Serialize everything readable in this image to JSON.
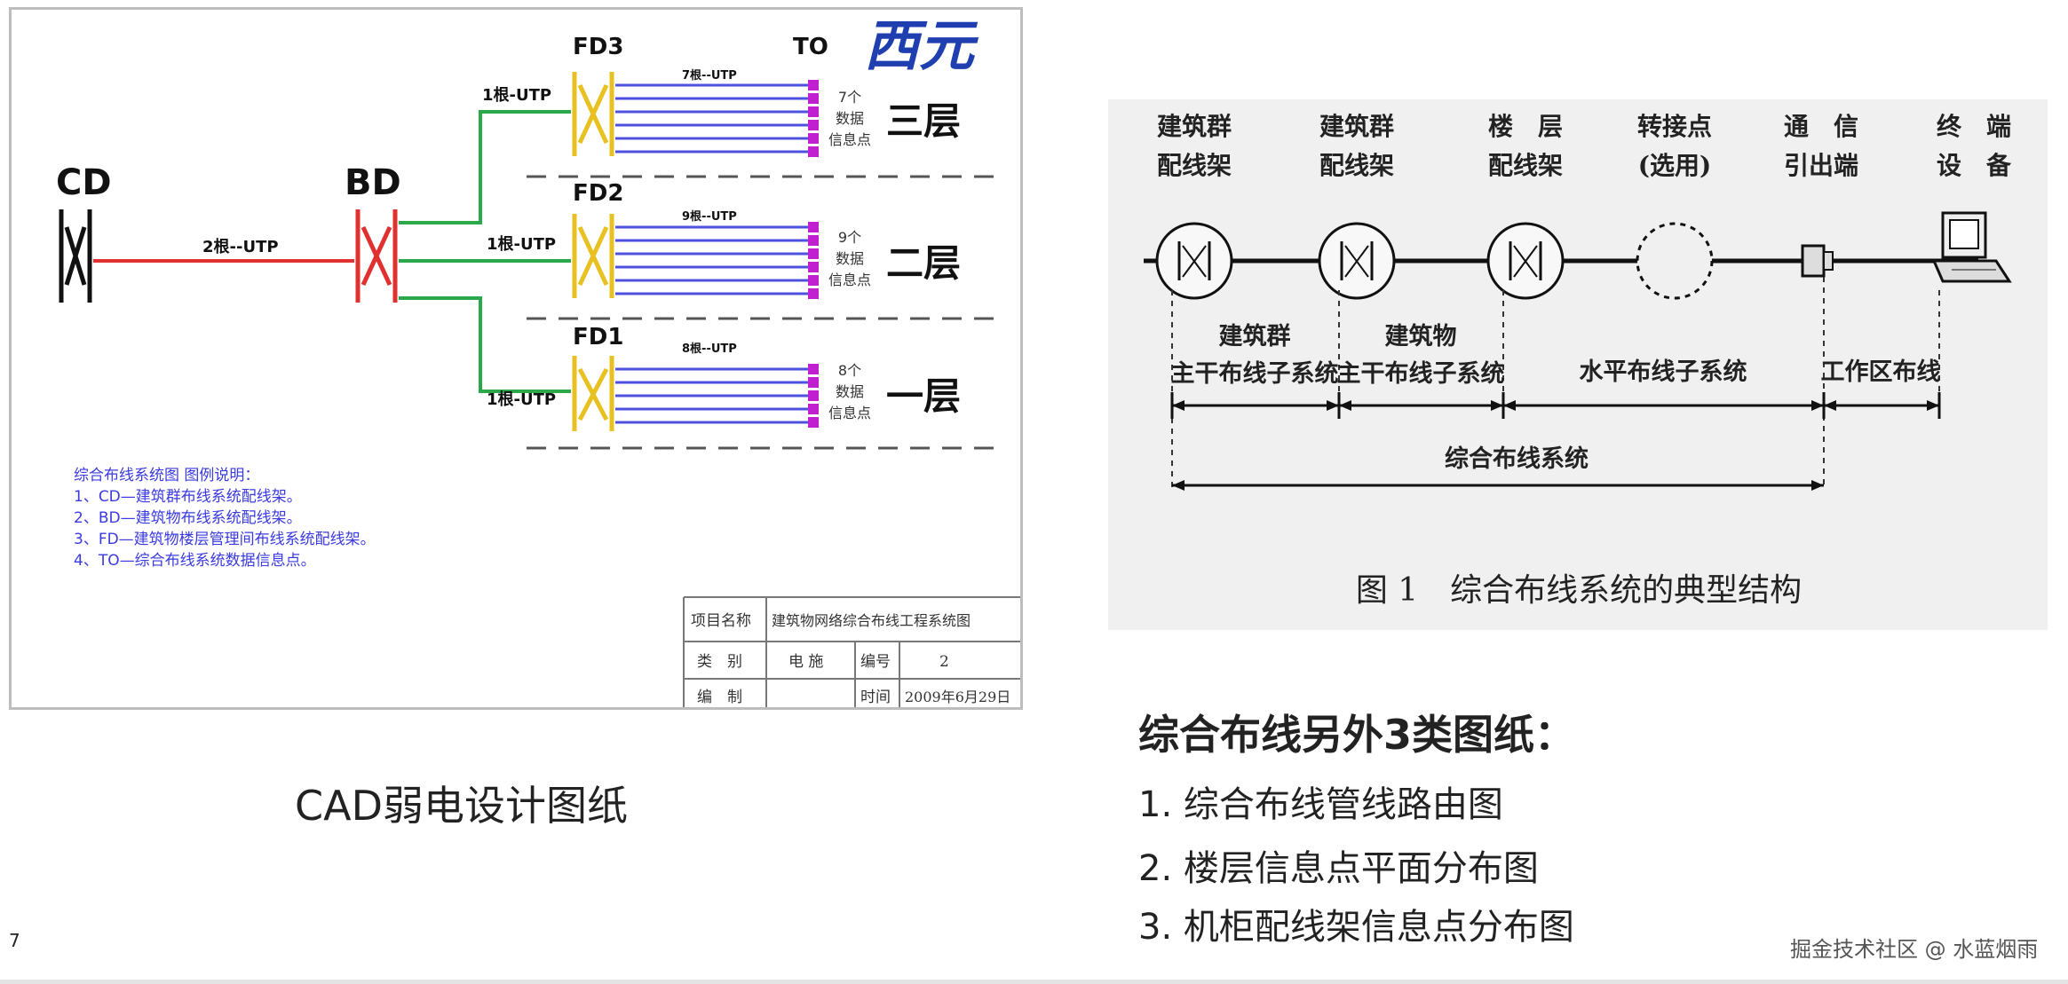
{
  "cad_drawing": {
    "logo_text": "西元",
    "labels": {
      "cd": "CD",
      "bd": "BD",
      "fd3": "FD3",
      "fd2": "FD2",
      "fd1": "FD1",
      "to": "TO"
    },
    "cable_cd_bd": "2根--UTP",
    "floor3": {
      "backbone": "1根-UTP",
      "horizontal": "7根--UTP",
      "count": "7个",
      "word1": "数据",
      "word2": "信息点",
      "floor": "三层"
    },
    "floor2": {
      "backbone": "1根-UTP",
      "horizontal": "9根--UTP",
      "count": "9个",
      "word1": "数据",
      "word2": "信息点",
      "floor": "二层"
    },
    "floor1": {
      "backbone": "1根-UTP",
      "horizontal": "8根--UTP",
      "count": "8个",
      "word1": "数据",
      "word2": "信息点",
      "floor": "一层"
    },
    "legend": [
      "综合布线系统图  图例说明：",
      "1、CD—建筑群布线系统配线架。",
      "2、BD—建筑物布线系统配线架。",
      "3、FD—建筑物楼层管理间布线系统配线架。",
      "4、TO—综合布线系统数据信息点。"
    ],
    "title_block": {
      "project_label": "项目名称",
      "project_value": "建筑物网络综合布线工程系统图",
      "type_label": "类　别",
      "type_value": "电 施",
      "number_label": "编号",
      "number_value": "2",
      "author_label": "编　制",
      "author_value": "",
      "time_label": "时间",
      "time_value": "2009年6月29日"
    }
  },
  "typical_structure": {
    "headers": [
      [
        "建筑群",
        "配线架"
      ],
      [
        "建筑群",
        "配线架"
      ],
      [
        "楼　层",
        "配线架"
      ],
      [
        "转接点",
        "(选用)"
      ],
      [
        "通　信",
        "引出端"
      ],
      [
        "终　端",
        "设　备"
      ]
    ],
    "subsystems": [
      [
        "建筑群",
        "主干布线子系统"
      ],
      [
        "建筑物",
        "主干布线子系统"
      ],
      [
        "水平布线子系统"
      ],
      [
        "工作区布线"
      ]
    ],
    "system_label": "综合布线系统",
    "figure_caption": "图 1　综合布线系统的典型结构"
  },
  "cad_caption": "CAD弱电设计图纸",
  "drawings_list": {
    "title": "综合布线另外3类图纸：",
    "items": [
      "1. 综合布线管线路由图",
      "2. 楼层信息点平面分布图",
      "3. 机柜配线架信息点分布图"
    ]
  },
  "page_number": "7",
  "watermark": "掘金技术社区 @ 水蓝烟雨",
  "colors": {
    "red_cable": "#e03030",
    "green_cable": "#2aa84a",
    "blue_cable": "#5050e0",
    "purple_outlet": "#c020d0",
    "legend_text": "#3a3ae0",
    "logo_blue": "#1f3fb0"
  }
}
